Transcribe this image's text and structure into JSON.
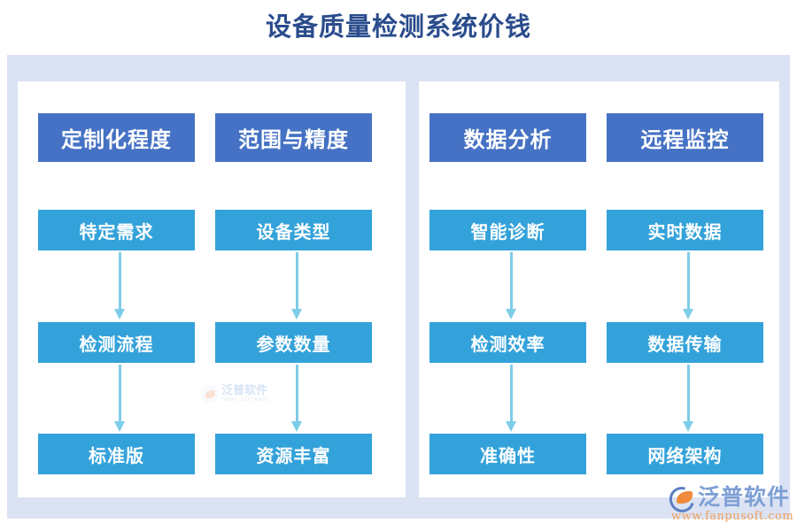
{
  "page_title": "设备质量检测系统价钱",
  "theme": {
    "title_color": "#2a4c8c",
    "panel_bg": "#dbe2f3",
    "card_bg": "#ffffff",
    "header_box_color": "#4572c4",
    "item_box_color": "#34a2da",
    "connector_color": "#7ecde8"
  },
  "groups": [
    {
      "group_name": "left-group",
      "columns": [
        {
          "header": "定制化程度",
          "items": [
            "特定需求",
            "检测流程",
            "标准版"
          ]
        },
        {
          "header": "范围与精度",
          "items": [
            "设备类型",
            "参数数量",
            "资源丰富"
          ]
        }
      ]
    },
    {
      "group_name": "right-group",
      "columns": [
        {
          "header": "数据分析",
          "items": [
            "智能诊断",
            "检测效率",
            "准确性"
          ]
        },
        {
          "header": "远程监控",
          "items": [
            "实时数据",
            "数据传输",
            "网络架构"
          ]
        }
      ]
    }
  ],
  "watermark": {
    "cn": "泛普软件",
    "en": "FANPU SOFTWARE"
  },
  "logo": {
    "name": "泛普软件",
    "url": "www.fanpusoft.com"
  }
}
